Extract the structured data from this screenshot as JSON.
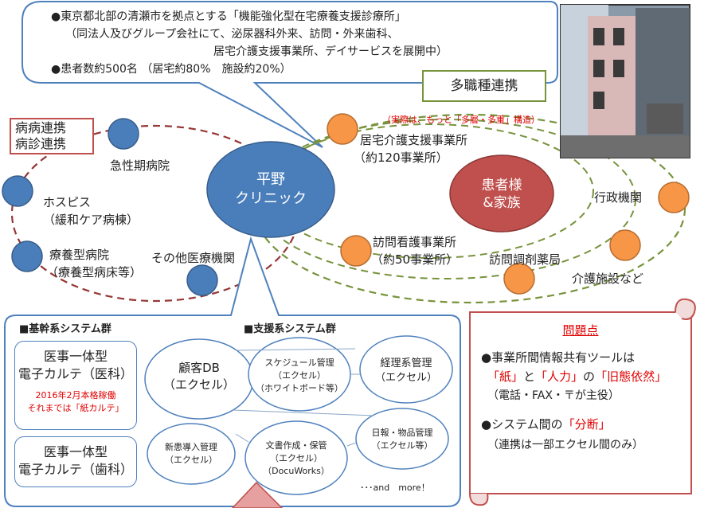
{
  "callout": {
    "line1": "●東京都北部の清瀬市を拠点とする「機能強化型在宅療養支援診療所」",
    "line2": "（同法人及びグループ会社にて、泌尿器科外来、訪問・外来歯科、",
    "line3": "居宅介護支援事業所、デイサービスを展開中）",
    "line4": "●患者数約500名 （居宅約80%　施設約20%）"
  },
  "center": {
    "line1": "平野",
    "line2": "クリニック"
  },
  "patient": {
    "line1": "患者様",
    "line2": "&家族"
  },
  "tagaku": {
    "label": "多職種連携",
    "note": "（実際は、もっと「多層・多重」構造）"
  },
  "relations": {
    "line1": "病病連携",
    "line2": "病診連携"
  },
  "medical_nodes": {
    "acute": "急性期病院",
    "hospice1": "ホスピス",
    "hospice2": "（緩和ケア病棟）",
    "ryoyo1": "療養型病院",
    "ryoyo2": "（療養型病床等）",
    "other": "その他医療機関"
  },
  "care_nodes": {
    "kyotaku1": "居宅介護支援事業所",
    "kyotaku2": "（約120事業所）",
    "homon1": "訪問看護事業所",
    "homon2": "（約50事業所）",
    "yakkyoku": "訪問調剤薬局",
    "gyosei": "行政機関",
    "kaigo": "介護施設など"
  },
  "systems": {
    "core_title": "■基幹系システム群",
    "support_title": "■支援系システム群",
    "emr_med1": "医事一体型",
    "emr_med2": "電子カルテ（医科）",
    "emr_note1": "2016年2月本格稼働",
    "emr_note2": "それまでは「紙カルテ」",
    "emr_den1": "医事一体型",
    "emr_den2": "電子カルテ（歯科）",
    "customer1": "顧客DB",
    "customer2": "（エクセル）",
    "schedule1": "スケジュール管理",
    "schedule2": "（エクセル）",
    "schedule3": "（ホワイトボード等）",
    "keiri1": "経理系管理",
    "keiri2": "（エクセル）",
    "shinkan1": "新患導入管理",
    "shinkan2": "（エクセル）",
    "bunsho1": "文書作成・保管",
    "bunsho2": "（エクセル）",
    "bunsho3": "（DocuWorks）",
    "nippo1": "日報・物品管理",
    "nippo2": "（エクセル等）",
    "more": "･･･and　more！"
  },
  "problems": {
    "title": "問題点",
    "p1_line1": "●事業所間情報共有ツールは",
    "p1_a": "「紙」",
    "p1_b": "と",
    "p1_c": "「人力」",
    "p1_d": "の",
    "p1_e": "「旧態依然」",
    "p1_line3": "（電話・FAX・〒が主役）",
    "p2_a": "●システム間の",
    "p2_b": "「分断」",
    "p2_line2": "（連携は一部エクセル間のみ）"
  },
  "colors": {
    "blue_node": "#4a7ebb",
    "orange_node": "#f79646",
    "patient": "#c0504d",
    "border_blue": "#4f81bd",
    "dash_red": "#953735",
    "dash_green": "#77933c",
    "accent_red": "#e00000"
  }
}
